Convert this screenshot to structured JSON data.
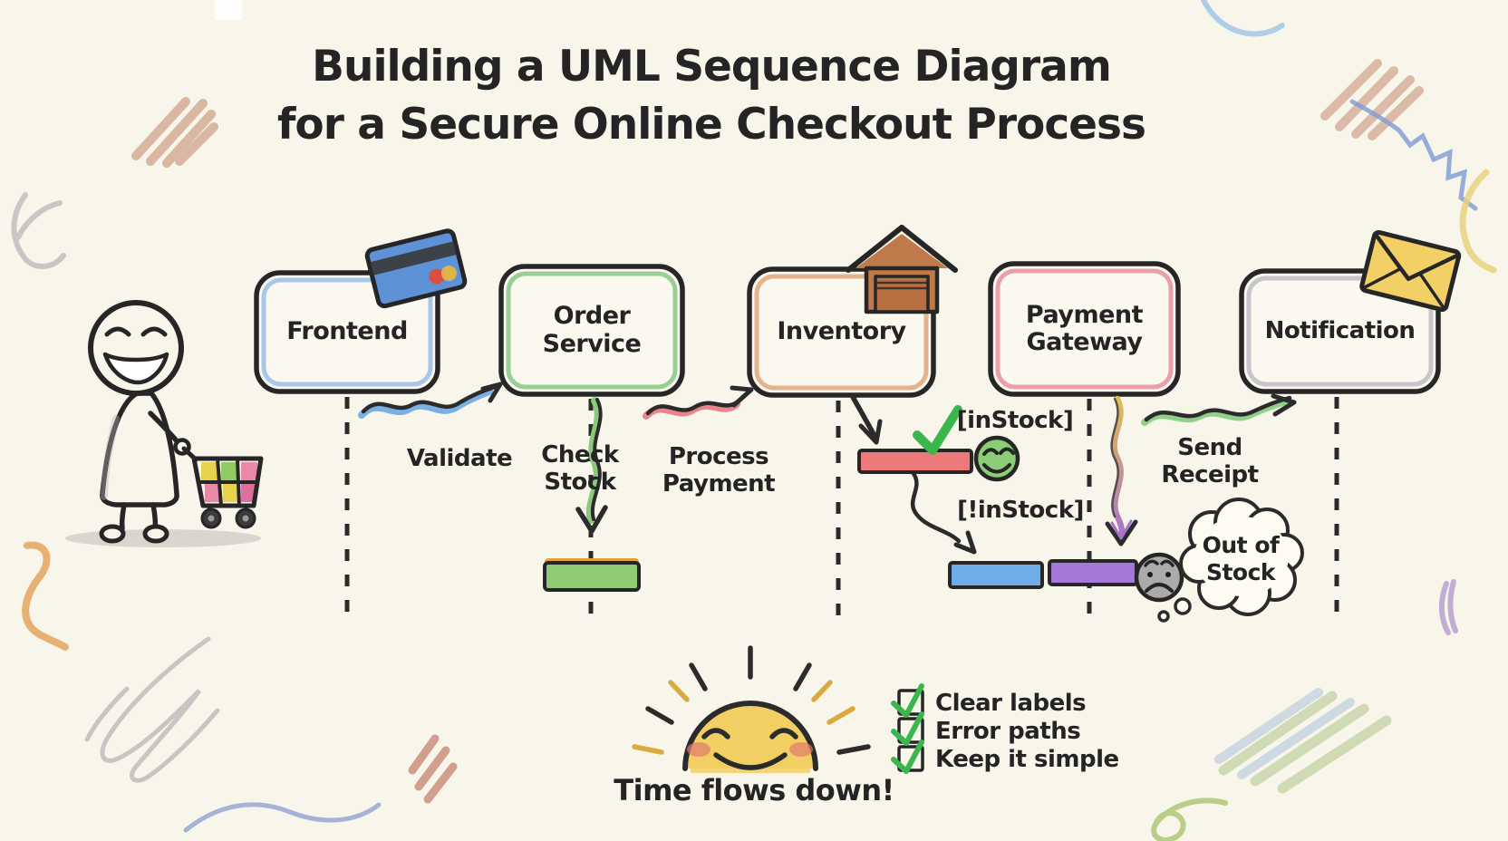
{
  "title": {
    "line1": "Building a UML Sequence Diagram",
    "line2": "for a Secure Online Checkout Process"
  },
  "actors": [
    {
      "label": "Frontend",
      "accent": "#a9c7e8"
    },
    {
      "label": "Order Service",
      "accent": "#99cf94"
    },
    {
      "label": "Inventory",
      "accent": "#e3b48c"
    },
    {
      "label": "Payment Gateway",
      "accent": "#e9a0ab"
    },
    {
      "label": "Notification",
      "accent": "#c6c6cc"
    }
  ],
  "messages": {
    "validate": {
      "label": "Validate",
      "color": "#79b1e4"
    },
    "check_stock": {
      "label": "Check Stock",
      "color": "#8cc97c"
    },
    "process_payment": {
      "label": "Process Payment",
      "color": "#e8858d"
    },
    "in_stock_guard": {
      "label": "[inStock]",
      "color": "#3bb64d"
    },
    "not_in_stock_guard": {
      "label": "[!inStock]",
      "color": "#2b2b2b"
    },
    "send_receipt": {
      "label": "Send Receipt",
      "color": "#8fd08a"
    }
  },
  "annotations": {
    "out_of_stock": "Out of Stock",
    "time_note": "Time flows down!"
  },
  "checklist": [
    {
      "label": "Clear labels",
      "checked": true
    },
    {
      "label": "Error paths",
      "checked": true
    },
    {
      "label": "Keep it simple",
      "checked": true
    }
  ],
  "icons": {
    "frontend": "credit-card-icon",
    "inventory": "warehouse-icon",
    "notification": "envelope-icon",
    "success": "happy-face-icon",
    "failure": "sad-face-icon",
    "customer": "shopper-with-cart-icon",
    "time": "sun-icon"
  },
  "colors": {
    "background": "#f8f5ea",
    "ink": "#262626",
    "box_fill": "#fbf8ef",
    "activation_green": "#90cb76",
    "activation_green_edge": "#e2a23c",
    "activation_red": "#ed7a7a",
    "activation_blue": "#6fadea",
    "activation_purple": "#a478d8",
    "gateway_arrow_top": "#e2bd55",
    "gateway_arrow_bottom": "#a770cf",
    "checkmark": "#3bb64d",
    "sun": "#f2cf63"
  }
}
